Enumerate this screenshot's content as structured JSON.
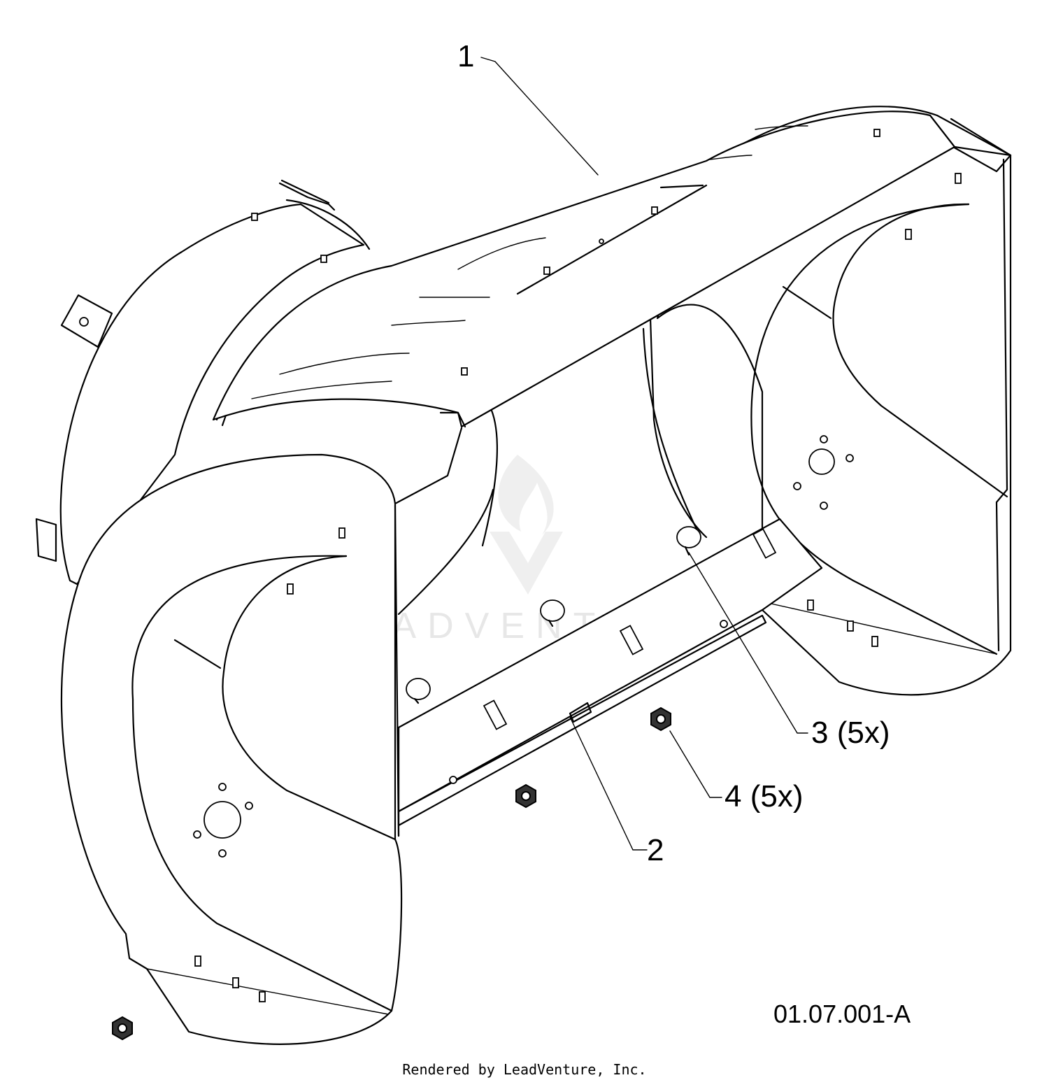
{
  "diagram": {
    "callouts": [
      {
        "id": "1",
        "label": "1"
      },
      {
        "id": "2",
        "label": "2"
      },
      {
        "id": "3",
        "label": "3 (5x)"
      },
      {
        "id": "4",
        "label": "4 (5x)"
      }
    ],
    "part_code": "01.07.001-A",
    "credit": "Rendered by LeadVenture, Inc.",
    "watermark": "LEADVENTURE"
  }
}
